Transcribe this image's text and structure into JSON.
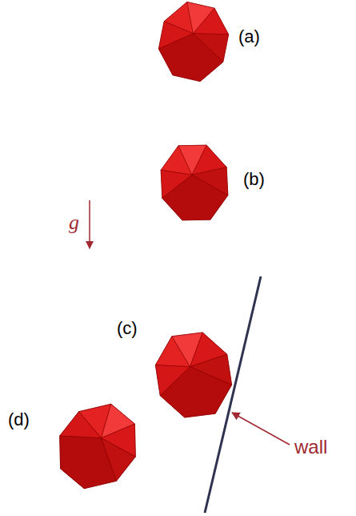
{
  "diagram": {
    "labels": [
      "(a)",
      "(b)",
      "g",
      "(c)",
      "(d)",
      "wall"
    ]
  }
}
